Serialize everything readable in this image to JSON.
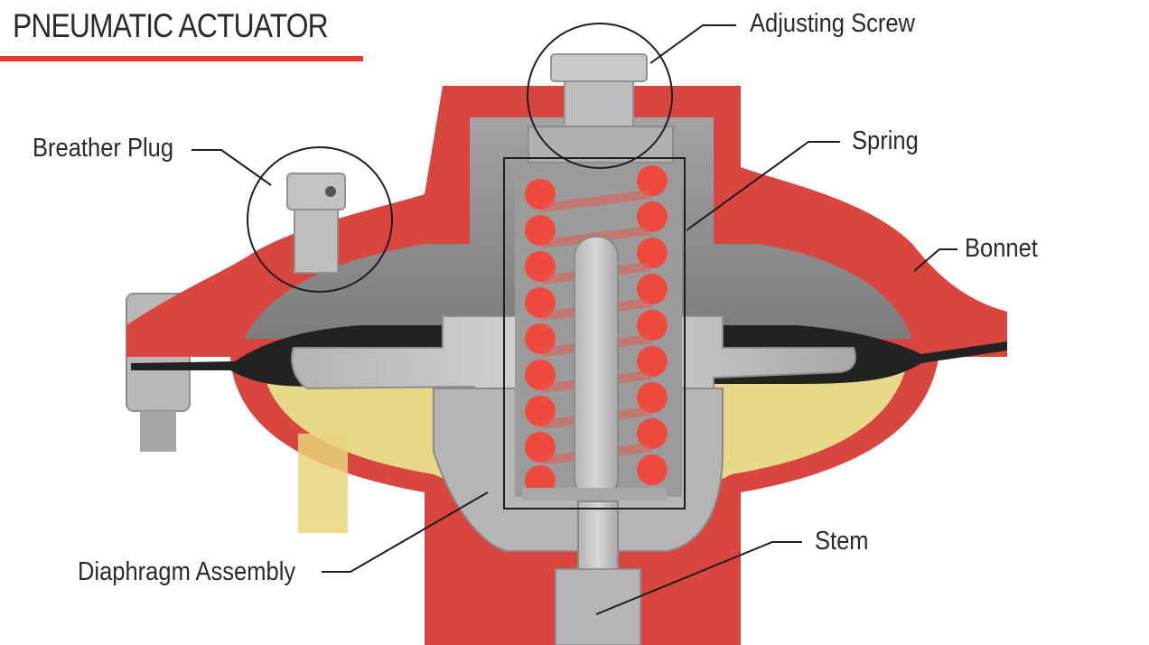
{
  "title": "PNEUMATIC ACTUATOR",
  "colors": {
    "accent": "#e03a33",
    "body": "#d8463f",
    "body_dark": "#b8322c",
    "steel": "#c8c8c8",
    "steel_dark": "#9a9a9a",
    "diaphragm": "#222222",
    "chamber": "#8c8c8c",
    "lower_chamber": "#e8d98a",
    "spring": "#f04a3e",
    "leader": "#1e1e1e"
  },
  "labels": {
    "adjusting_screw": "Adjusting Screw",
    "breather_plug": "Breather Plug",
    "spring": "Spring",
    "bonnet": "Bonnet",
    "stem": "Stem",
    "diaphragm_assembly": "Diaphragm Assembly"
  }
}
